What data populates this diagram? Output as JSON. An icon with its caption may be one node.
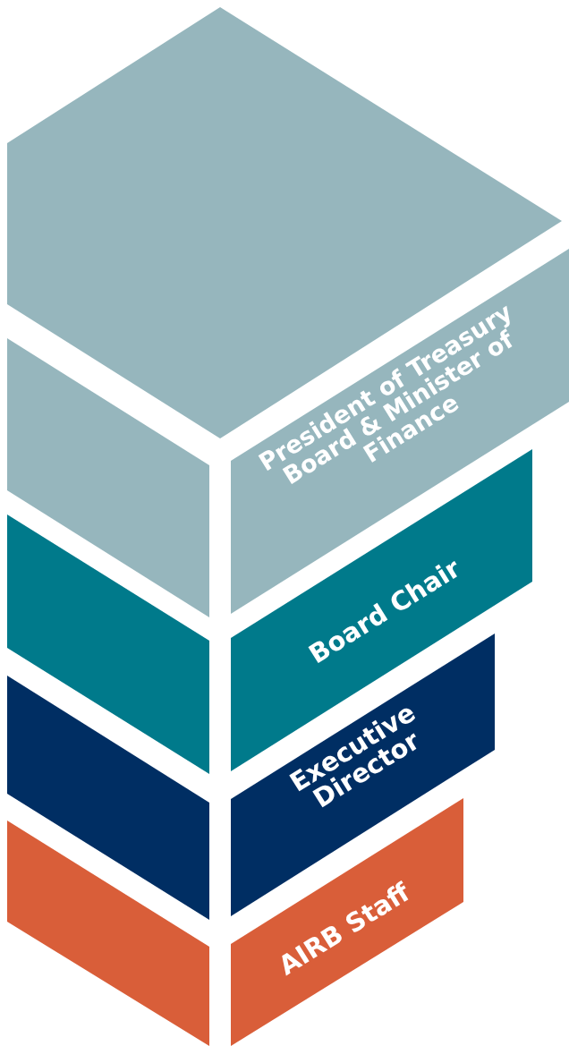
{
  "diagram": {
    "nodes": [
      {
        "text": [
          "President of Treasury Board & Minister of Finance"
        ]
      },
      {
        "text": [
          "Board Chair"
        ]
      },
      {
        "text": [
          "Executive Director"
        ]
      },
      {
        "text": [
          "AIRB Staff"
        ]
      }
    ]
  }
}
